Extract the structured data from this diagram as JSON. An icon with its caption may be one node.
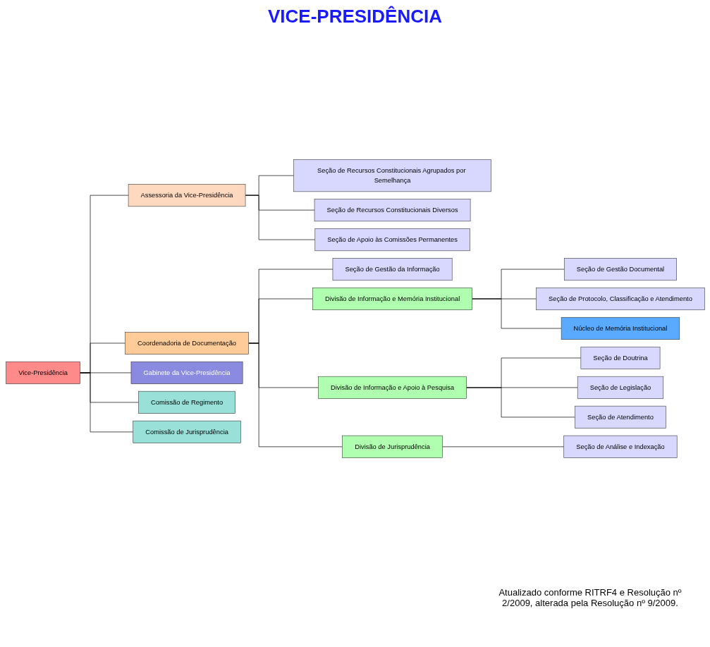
{
  "diagram": {
    "title": "VICE-PRESIDÊNCIA",
    "nodes": [
      {
        "text": [
          "Vice-Presidência"
        ]
      },
      {
        "text": [
          "Gabinete da Vice-Presidência"
        ]
      },
      {
        "text": [
          "Assessoria da Vice-Presidência"
        ]
      },
      {
        "text": [
          "Seção de Recursos Constitucionais Agrupados por Semelhança"
        ]
      },
      {
        "text": [
          "Seção de Recursos Constitucionais Diversos"
        ]
      },
      {
        "text": [
          "Seção de Apoio às Comissões Permanentes"
        ]
      },
      {
        "text": [
          "Comissão de Regimento"
        ]
      },
      {
        "text": [
          "Comissão de Jurisprudência"
        ]
      },
      {
        "text": [
          "Coordenadoria de Documentação"
        ]
      },
      {
        "text": [
          "Seção de Gestão da Informação"
        ]
      },
      {
        "text": [
          "Divisão de Informação e Memória Institucional"
        ]
      },
      {
        "text": [
          "Divisão de Informação e Apoio à Pesquisa"
        ]
      },
      {
        "text": [
          "Divisão de Jurisprudência"
        ]
      },
      {
        "text": [
          "Seção de Gestão Documental"
        ]
      },
      {
        "text": [
          "Seção de Protocolo, Classificação e Atendimento"
        ]
      },
      {
        "text": [
          "Núcleo de Memória Institucional"
        ]
      },
      {
        "text": [
          "Seção de Doutrina"
        ]
      },
      {
        "text": [
          "Seção de Legislação"
        ]
      },
      {
        "text": [
          "Seção de Atendimento"
        ]
      },
      {
        "text": [
          "Seção de Análise e Indexação"
        ]
      }
    ],
    "edges": [
      {
        "from": 0,
        "to": 1,
        "arrow": "none"
      },
      {
        "from": 0,
        "to": 2,
        "arrow": "none"
      },
      {
        "from": 2,
        "to": 3,
        "arrow": "none"
      },
      {
        "from": 2,
        "to": 4,
        "arrow": "none"
      },
      {
        "from": 2,
        "to": 5,
        "arrow": "none"
      },
      {
        "from": 0,
        "to": 6,
        "arrow": "none"
      },
      {
        "from": 0,
        "to": 7,
        "arrow": "none"
      },
      {
        "from": 0,
        "to": 8,
        "arrow": "none"
      },
      {
        "from": 8,
        "to": 9,
        "arrow": "none"
      },
      {
        "from": 8,
        "to": 10,
        "arrow": "none"
      },
      {
        "from": 8,
        "to": 11,
        "arrow": "none"
      },
      {
        "from": 8,
        "to": 12,
        "arrow": "none"
      },
      {
        "from": 10,
        "to": 13,
        "arrow": "none"
      },
      {
        "from": 10,
        "to": 14,
        "arrow": "none"
      },
      {
        "from": 10,
        "to": 15,
        "arrow": "none"
      },
      {
        "from": 11,
        "to": 16,
        "arrow": "none"
      },
      {
        "from": 11,
        "to": 17,
        "arrow": "none"
      },
      {
        "from": 11,
        "to": 18,
        "arrow": "none"
      },
      {
        "from": 12,
        "to": 19,
        "arrow": "none"
      }
    ],
    "labels": [
      "Atualizado conforme RITRF4 e Resolução nº 2/2009, alterada pela Resolução nº 9/2009."
    ]
  }
}
